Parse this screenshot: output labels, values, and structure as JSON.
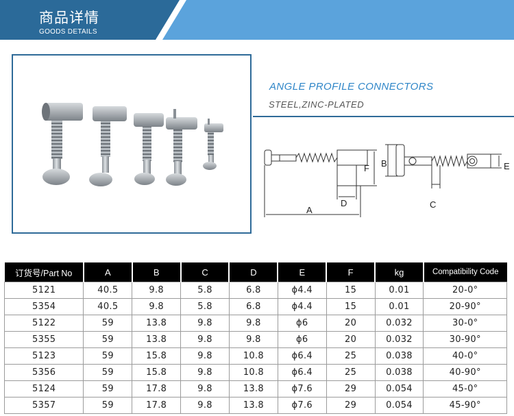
{
  "header": {
    "title": "商品详情",
    "subtitle": "GOODS DETAILS",
    "colors": {
      "dark": "#2b6a99",
      "light": "#5ba3dc"
    }
  },
  "product": {
    "title": "ANGLE PROFILE CONNECTORS",
    "material": "STEEL,ZINC-PLATED"
  },
  "drawing": {
    "labels": {
      "a": "A",
      "b": "B",
      "c": "C",
      "d": "D",
      "e": "E",
      "f": "F"
    }
  },
  "table": {
    "headers": [
      "订货号/Part No",
      "A",
      "B",
      "C",
      "D",
      "E",
      "F",
      "kg",
      "Compatibility Code"
    ],
    "rows": [
      [
        "5121",
        "40.5",
        "9.8",
        "5.8",
        "6.8",
        "ϕ4.4",
        "15",
        "0.01",
        "20-0°"
      ],
      [
        "5354",
        "40.5",
        "9.8",
        "5.8",
        "6.8",
        "ϕ4.4",
        "15",
        "0.01",
        "20-90°"
      ],
      [
        "5122",
        "59",
        "13.8",
        "9.8",
        "9.8",
        "ϕ6",
        "20",
        "0.032",
        "30-0°"
      ],
      [
        "5355",
        "59",
        "13.8",
        "9.8",
        "9.8",
        "ϕ6",
        "20",
        "0.032",
        "30-90°"
      ],
      [
        "5123",
        "59",
        "15.8",
        "9.8",
        "10.8",
        "ϕ6.4",
        "25",
        "0.038",
        "40-0°"
      ],
      [
        "5356",
        "59",
        "15.8",
        "9.8",
        "10.8",
        "ϕ6.4",
        "25",
        "0.038",
        "40-90°"
      ],
      [
        "5124",
        "59",
        "17.8",
        "9.8",
        "13.8",
        "ϕ7.6",
        "29",
        "0.054",
        "45-0°"
      ],
      [
        "5357",
        "59",
        "17.8",
        "9.8",
        "13.8",
        "ϕ7.6",
        "29",
        "0.054",
        "45-90°"
      ]
    ]
  }
}
